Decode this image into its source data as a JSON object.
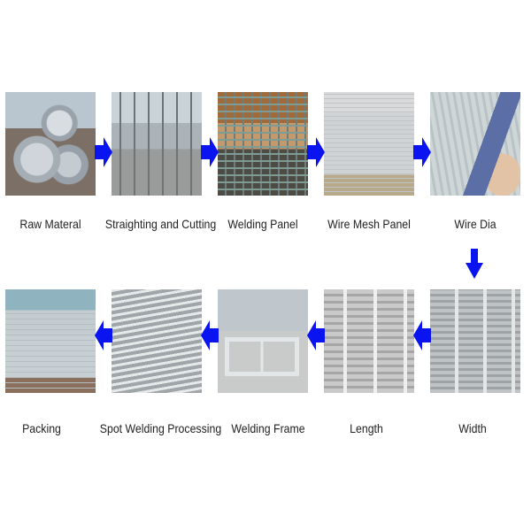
{
  "diagram": {
    "type": "process-flow",
    "arrow_color": "#0a14f0",
    "row1": [
      {
        "id": "raw-material",
        "label": "Raw Materal"
      },
      {
        "id": "straightening-cutting",
        "label": "Straighting and Cutting"
      },
      {
        "id": "welding-panel",
        "label": "Welding Panel"
      },
      {
        "id": "wire-mesh-panel",
        "label": "Wire Mesh Panel"
      },
      {
        "id": "wire-dia",
        "label": "Wire Dia"
      }
    ],
    "row2": [
      {
        "id": "packing",
        "label": "Packing"
      },
      {
        "id": "spot-welding-processing",
        "label": "Spot Welding Processing"
      },
      {
        "id": "welding-frame",
        "label": "Welding Frame"
      },
      {
        "id": "length",
        "label": "Length"
      },
      {
        "id": "width",
        "label": "Width"
      }
    ],
    "flow_order": [
      "Raw Materal",
      "Straighting and Cutting",
      "Welding Panel",
      "Wire Mesh Panel",
      "Wire Dia",
      "Width",
      "Length",
      "Welding Frame",
      "Spot Welding Processing",
      "Packing"
    ]
  }
}
